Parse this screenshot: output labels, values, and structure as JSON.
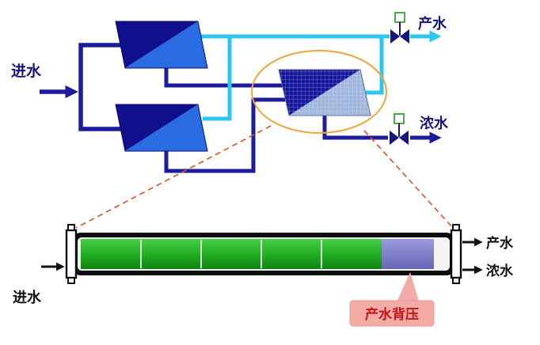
{
  "labels": {
    "top_feed": "进水",
    "top_product": "产水",
    "top_concentrate": "浓水",
    "bottom_feed": "进水",
    "bottom_product": "产水",
    "bottom_concentrate": "浓水",
    "backpressure_callout": "产水背压"
  },
  "structure": {
    "stage1_membrane_count": 2,
    "stage2_membrane_count": 1,
    "vessel_green_segment_count": 5,
    "vessel_backpressure_segment_count": 1
  },
  "colors": {
    "feed_line": "#1c1c9e",
    "permeate_line": "#2fc6ee",
    "membrane_dark": "#10108c",
    "membrane_light": "#2a6ce4",
    "membrane3_light": "#9fb6dd",
    "zoom_ellipse_stroke": "#efa43c",
    "zoom_dash_stroke": "#e0572e",
    "vessel_green": "#22ad22",
    "vessel_purple": "#7e7ec9",
    "valve_body": "#15157e",
    "valve_actuator_square": "#3f9f3f",
    "callout_bg": "#f3aba6",
    "callout_text": "#c21414",
    "label_blue": "#15157e",
    "label_black": "#111111"
  },
  "icons": {
    "valve": "bowtie-valve-with-square-actuator",
    "membrane_module": "diagonal-split-parallelogram",
    "stage2_highlight": "orange-ellipse",
    "detail_pointer": "orange-dashed-leader-lines"
  }
}
